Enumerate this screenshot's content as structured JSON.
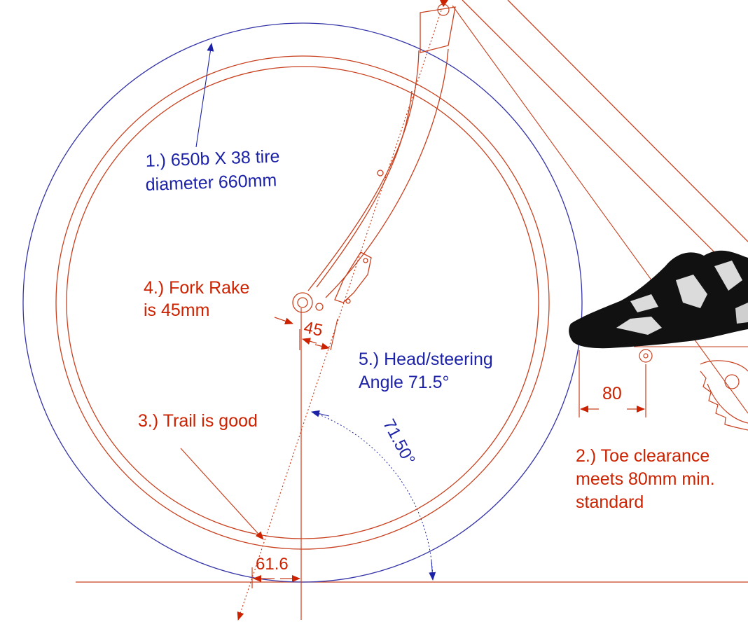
{
  "colors": {
    "frame_line": "#c8401e",
    "annotation_red": "#cc2200",
    "annotation_blue": "#1c22a8",
    "tire_outline": "#3434a8",
    "shoe": "#111111"
  },
  "annotations": {
    "tire_line1": "1.) 650b X 38   tire",
    "tire_line2": "diameter 660mm",
    "toe_line1": "2.) Toe clearance",
    "toe_line2": "meets 80mm min.",
    "toe_line3": "standard",
    "trail": "3.) Trail is good",
    "rake_line1": "4.) Fork Rake",
    "rake_line2": "is 45mm",
    "head_line1": "5.) Head/steering",
    "head_line2": "Angle 71.5°"
  },
  "dimensions": {
    "rake_value": "45",
    "trail_value": "61.6",
    "toe_value": "80",
    "angle_value": "71.50°"
  },
  "icons": {
    "shoe": "cycling-shoe-icon",
    "chainring": "chainring-icon"
  }
}
